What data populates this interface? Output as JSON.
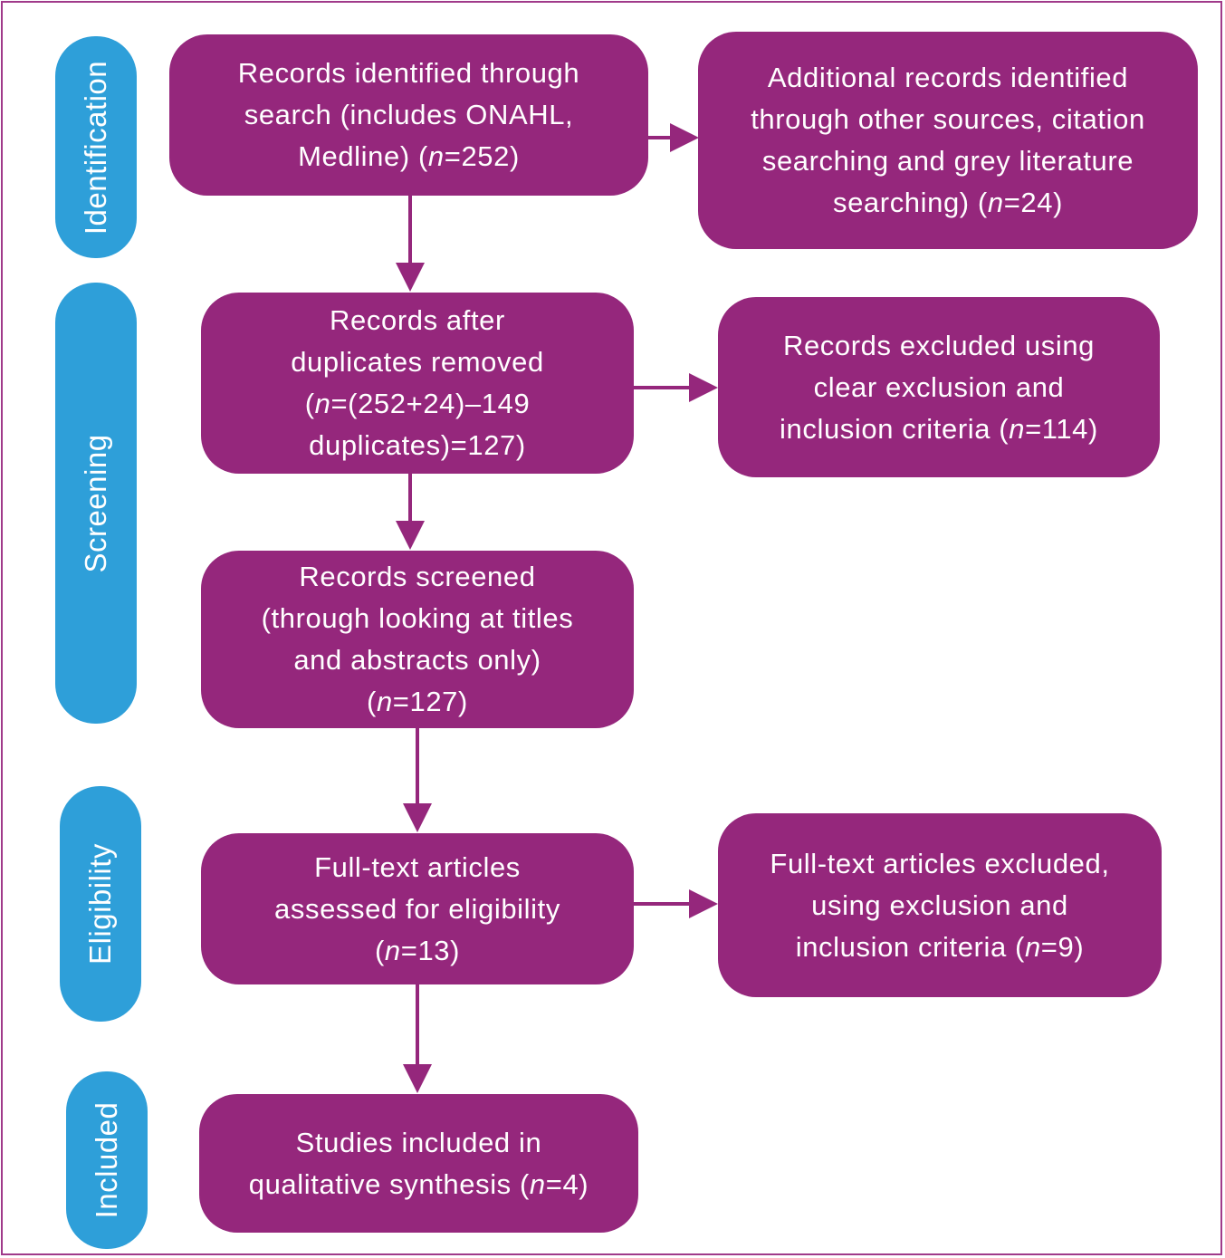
{
  "stages": {
    "identification": "Identification",
    "screening": "Screening",
    "eligibility": "Eligibility",
    "included": "Included"
  },
  "boxes": {
    "search": {
      "line1": "Records identified through",
      "line2": "search (includes ONAHL,",
      "line3_pre": "Medline) (",
      "n": "n",
      "line3_post": "=252)"
    },
    "additional": {
      "line1": "Additional records identified",
      "line2": "through other sources, citation",
      "line3": "searching and grey literature",
      "line4_pre": "searching) (",
      "n": "n",
      "line4_post": "=24)"
    },
    "dedup": {
      "line1": "Records after",
      "line2": "duplicates removed",
      "line3_pre": "(",
      "n": "n",
      "line3_post": "=(252+24)–149",
      "line4": "duplicates)=127)"
    },
    "excluded": {
      "line1": "Records excluded using",
      "line2": "clear exclusion and",
      "line3_pre": "inclusion criteria (",
      "n": "n",
      "line3_post": "=114)"
    },
    "screened": {
      "line1": "Records screened",
      "line2": "(through looking at titles",
      "line3": "and abstracts only)",
      "line4_pre": "(",
      "n": "n",
      "line4_post": "=127)"
    },
    "fulltext": {
      "line1": "Full-text articles",
      "line2": "assessed for eligibility",
      "line3_pre": "(",
      "n": "n",
      "line3_post": "=13)"
    },
    "fulltext_excluded": {
      "line1": "Full-text articles excluded,",
      "line2": "using exclusion and",
      "line3_pre": "inclusion criteria (",
      "n": "n",
      "line3_post": "=9)"
    },
    "included": {
      "line1": "Studies included in",
      "line2_pre": "qualitative synthesis (",
      "n": "n",
      "line2_post": "=4)"
    }
  },
  "colors": {
    "box": "#95277c",
    "stage": "#2e9fd9",
    "arrow": "#95277c",
    "frame": "#a03a8a"
  }
}
